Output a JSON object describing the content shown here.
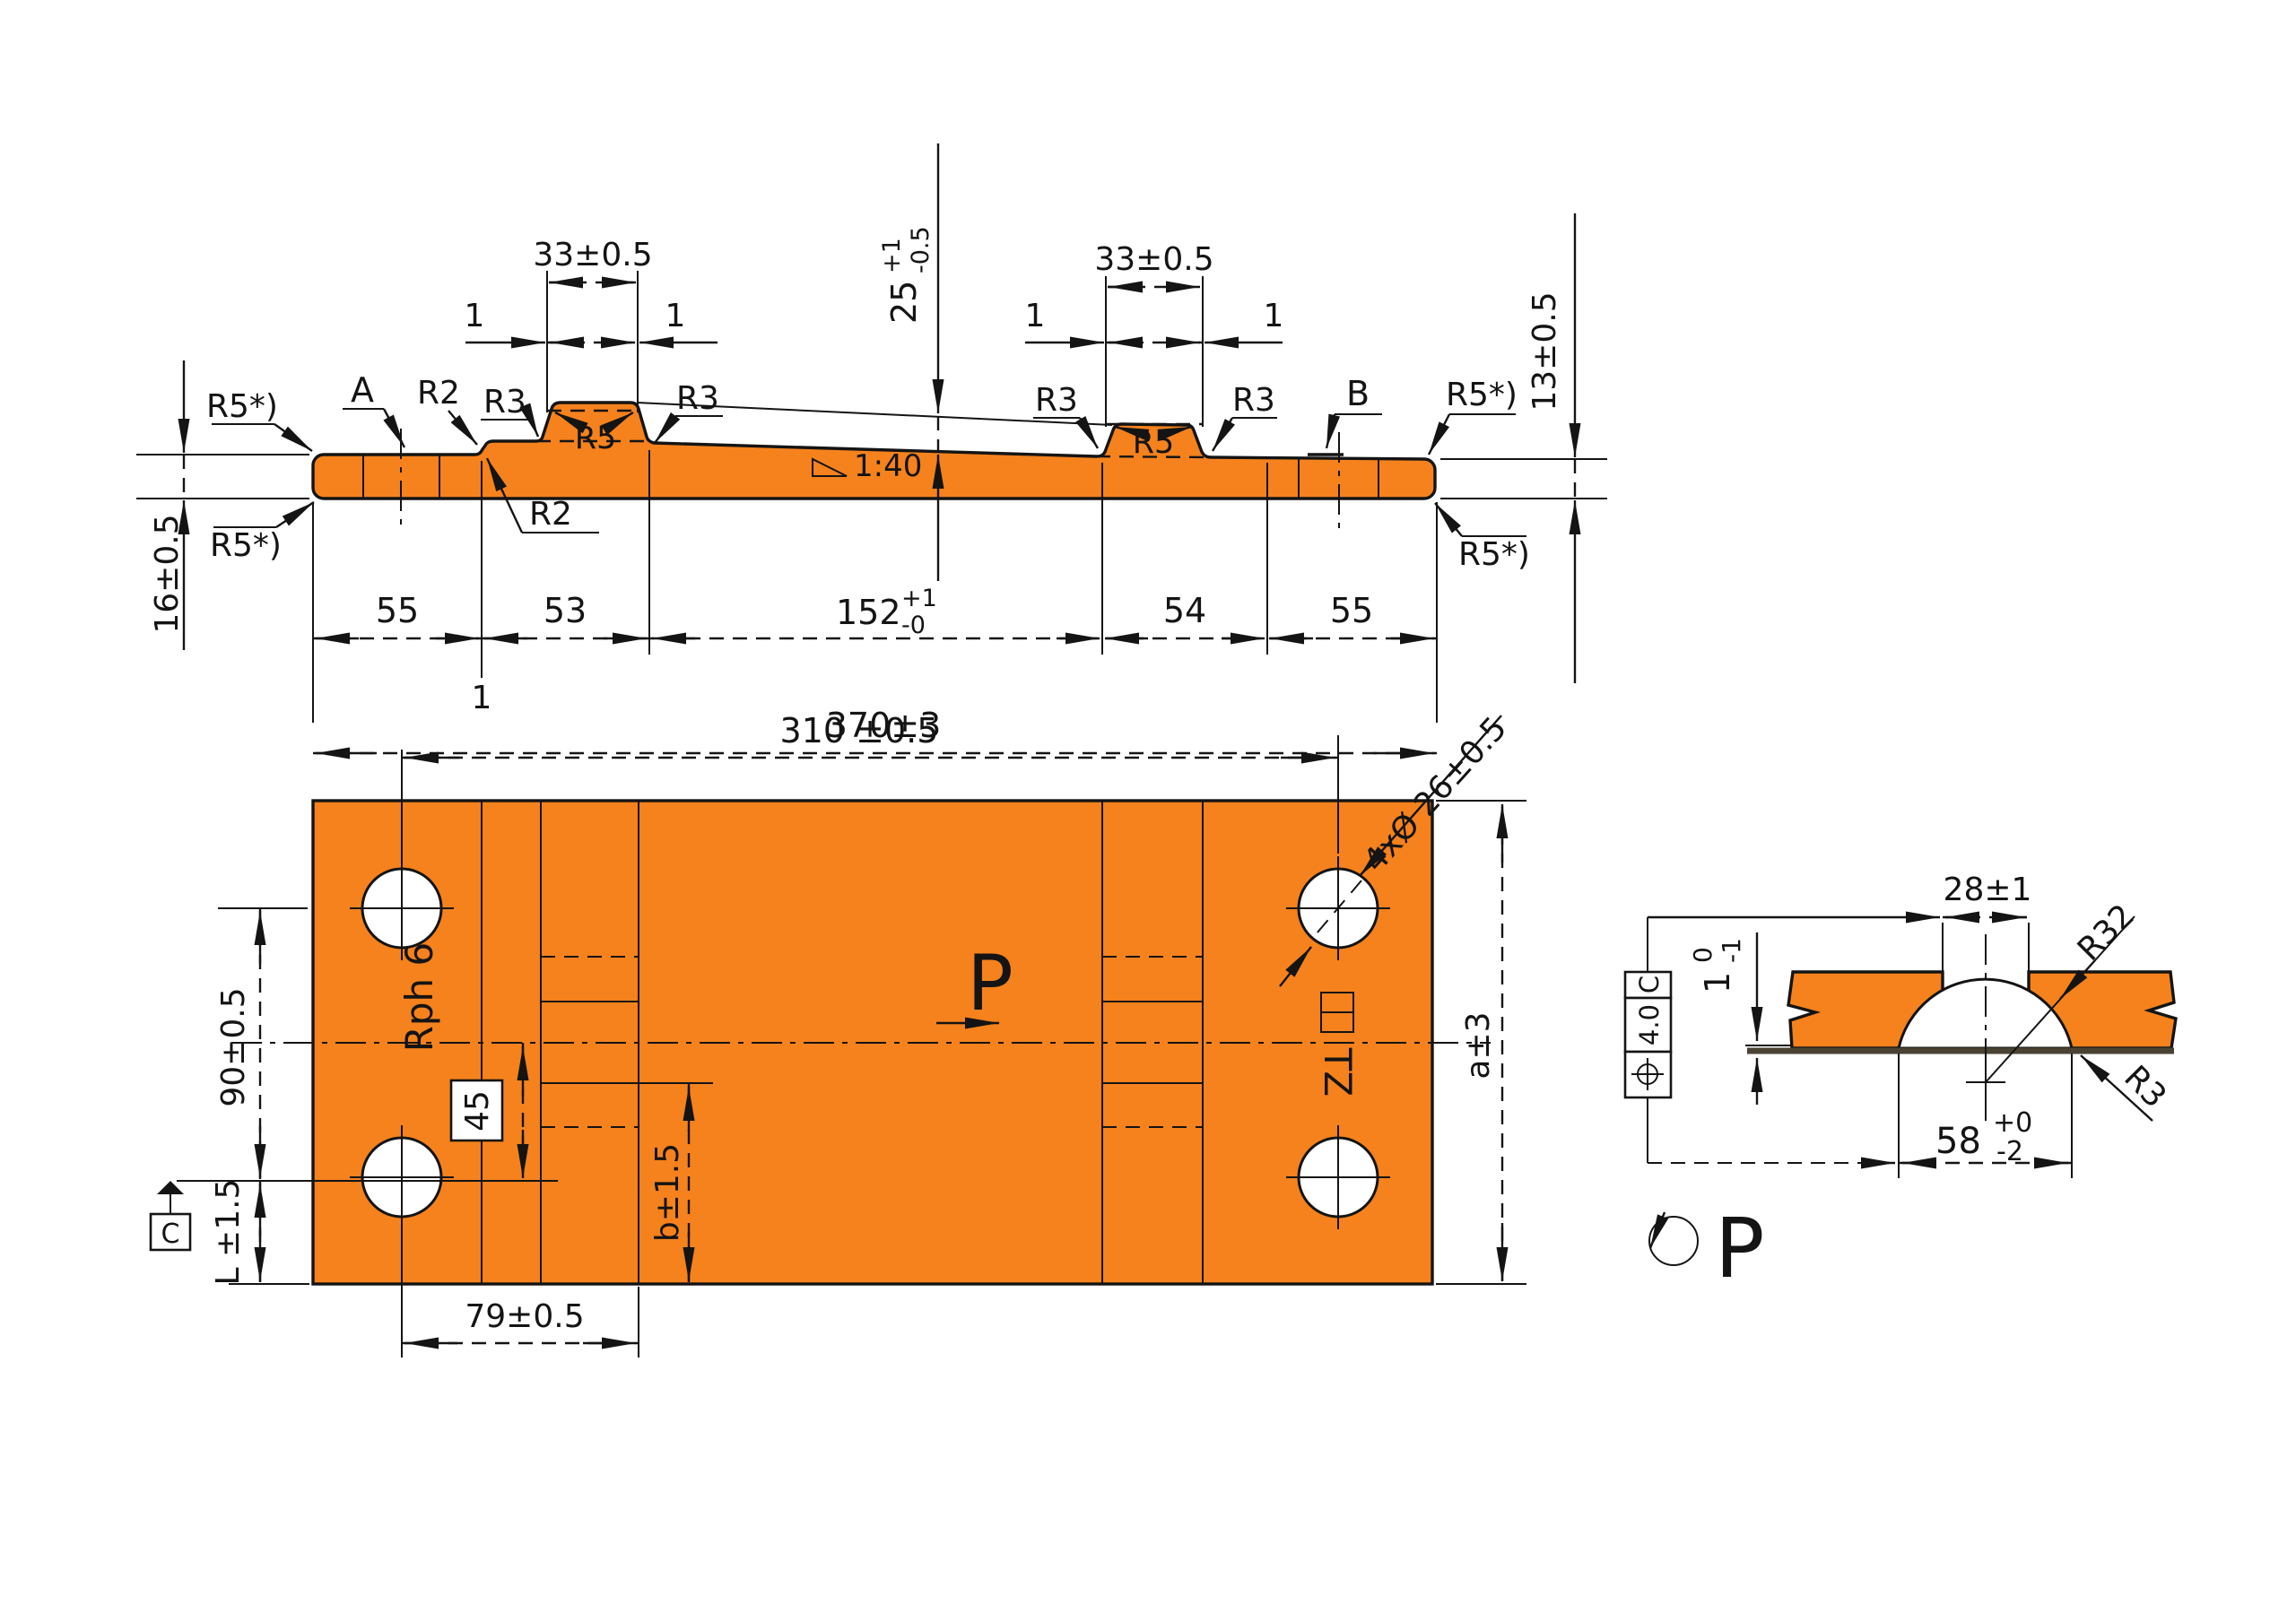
{
  "colors": {
    "part": "#f5821d",
    "ink": "#141414",
    "seat_plane": "#4a4334"
  },
  "side": {
    "rib_top_width": "33±0.5",
    "one": "1",
    "offset_note": "1",
    "center_height": {
      "main": "25",
      "up": "+1",
      "dn": "-0.5"
    },
    "right_height": "13±0.5",
    "left_height": "16±0.5",
    "slope": "1:40",
    "chain": {
      "c1": "55",
      "c2": "53",
      "c3": {
        "main": "152",
        "up": "+1",
        "dn": "-0"
      },
      "c4": "54",
      "c5": "55"
    },
    "overall": "370±3",
    "fillet_r5_note": "R5*)",
    "datum_a": "A",
    "datum_b": "B",
    "fillet_r2": "R2",
    "fillet_r3": "R3",
    "fillet_r5": "R5"
  },
  "plan": {
    "holes_span": "310 ±0.5",
    "holes_callout": "4xØ 26±0.5",
    "holes_pitch": "90±0.5",
    "edge_distance": "L ±1.5",
    "datum_c": "C",
    "pad_marking": "Rph  6",
    "basic_45": "45",
    "hole_to_seat": "79±0.5",
    "seat_width": "b±1.5",
    "plate_width": "a±3",
    "section_label": "P",
    "marking_tz": "TZ"
  },
  "detail": {
    "view_label": "P",
    "opening_width": "28±1",
    "groove_radius": "R32",
    "corner_radius": "R3",
    "residual": {
      "main": "1",
      "up": "0",
      "dn": "-1"
    },
    "groove_width": {
      "main": "58",
      "up": "+0",
      "dn": "-2"
    },
    "position_tol": "4.0",
    "position_datum": "C"
  }
}
